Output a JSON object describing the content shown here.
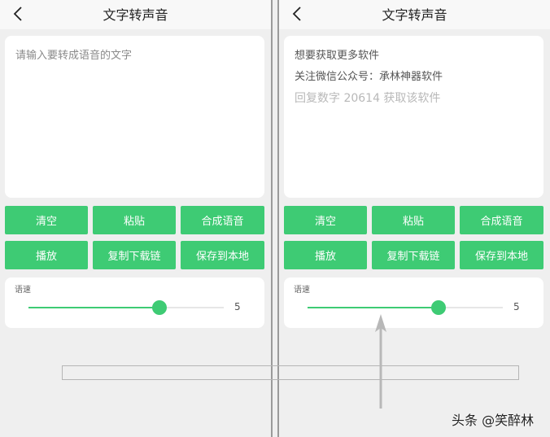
{
  "colors": {
    "accent": "#3ecb74",
    "background": "#efefef",
    "header_bg": "#f8f8f8",
    "card_bg": "#ffffff"
  },
  "left_screen": {
    "header": {
      "title": "文字转声音",
      "back_icon": "chevron-left-icon"
    },
    "text_input": {
      "value": "",
      "placeholder": "请输入要转成语音的文字"
    },
    "buttons": [
      {
        "label": "清空"
      },
      {
        "label": "粘贴"
      },
      {
        "label": "合成语音"
      },
      {
        "label": "播放"
      },
      {
        "label": "复制下载链"
      },
      {
        "label": "保存到本地"
      }
    ],
    "speed": {
      "label": "语速",
      "value": "5",
      "percent": 67
    }
  },
  "right_screen": {
    "header": {
      "title": "文字转声音",
      "back_icon": "chevron-left-icon"
    },
    "text_input": {
      "lines": [
        "想要获取更多软件",
        "关注微信公众号：承林神器软件",
        "回复数字 20614 获取该软件"
      ]
    },
    "buttons": [
      {
        "label": "清空"
      },
      {
        "label": "粘贴"
      },
      {
        "label": "合成语音"
      },
      {
        "label": "播放"
      },
      {
        "label": "复制下载链"
      },
      {
        "label": "保存到本地"
      }
    ],
    "speed": {
      "label": "语速",
      "value": "5",
      "percent": 67
    }
  },
  "annotation": {
    "arrow_icon": "arrow-up-icon"
  },
  "watermark": "头条 @笑醉林"
}
